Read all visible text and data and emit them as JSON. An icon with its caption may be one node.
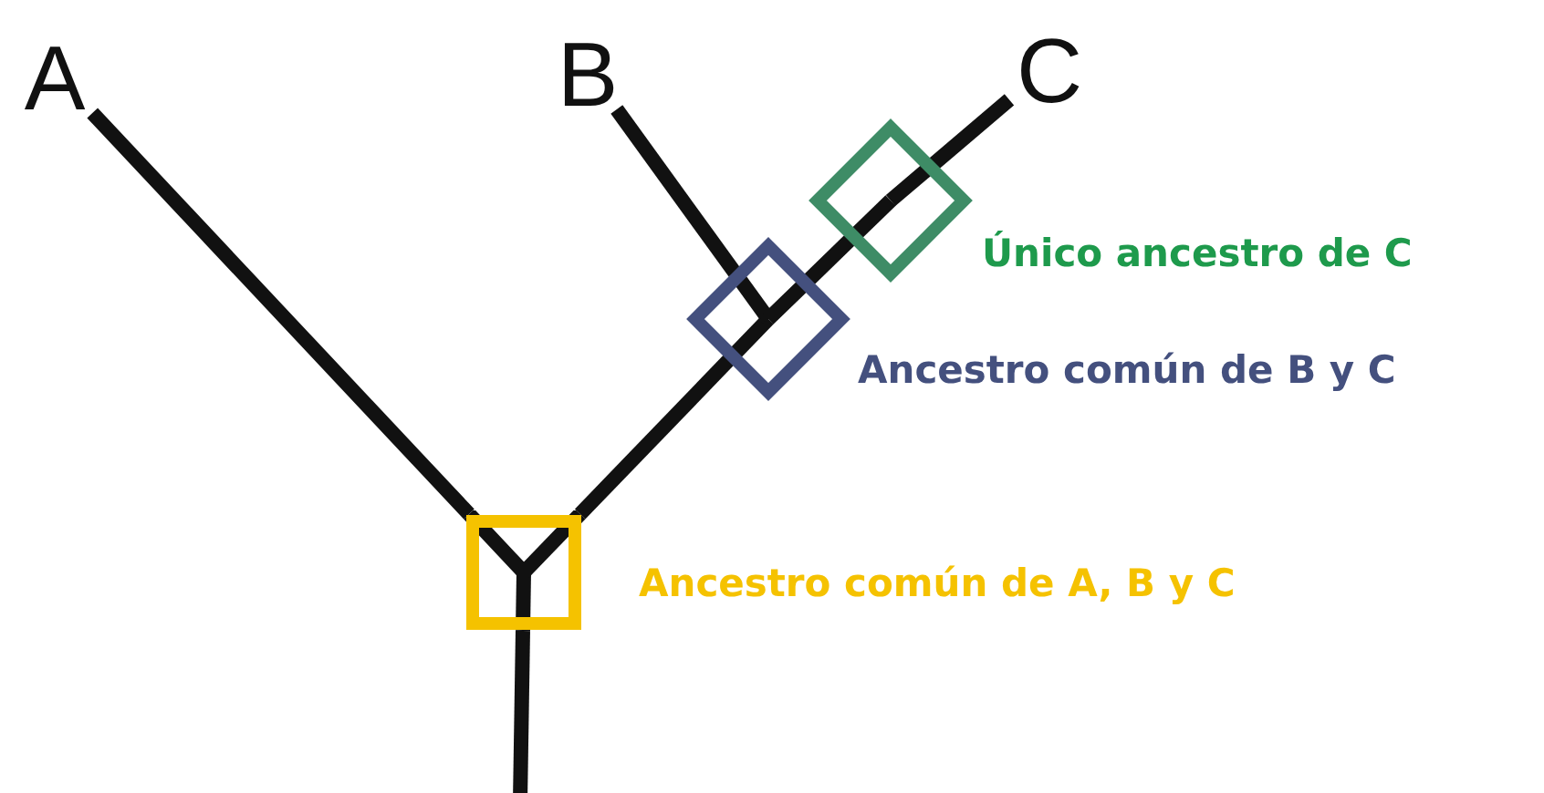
{
  "diagram": {
    "nodes": [
      {
        "text": [
          "A"
        ]
      },
      {
        "text": [
          "B"
        ]
      },
      {
        "text": [
          "C"
        ]
      },
      {
        "text": [],
        "shape": "diamond",
        "beside": [
          "Único ancestro de C"
        ]
      },
      {
        "text": [],
        "shape": "diamond",
        "beside": [
          "Ancestro común de B y C"
        ]
      },
      {
        "text": [],
        "shape": "box",
        "beside": [
          "Ancestro común de A, B y C"
        ]
      }
    ],
    "edges": [
      {
        "from": null,
        "to": 5,
        "arrow": "none"
      },
      {
        "from": 5,
        "to": 0,
        "arrow": "none"
      },
      {
        "from": 5,
        "to": 4,
        "arrow": "none"
      },
      {
        "from": 4,
        "to": 1,
        "arrow": "none"
      },
      {
        "from": 4,
        "to": 3,
        "arrow": "none"
      },
      {
        "from": 3,
        "to": 2,
        "arrow": "none"
      }
    ]
  }
}
